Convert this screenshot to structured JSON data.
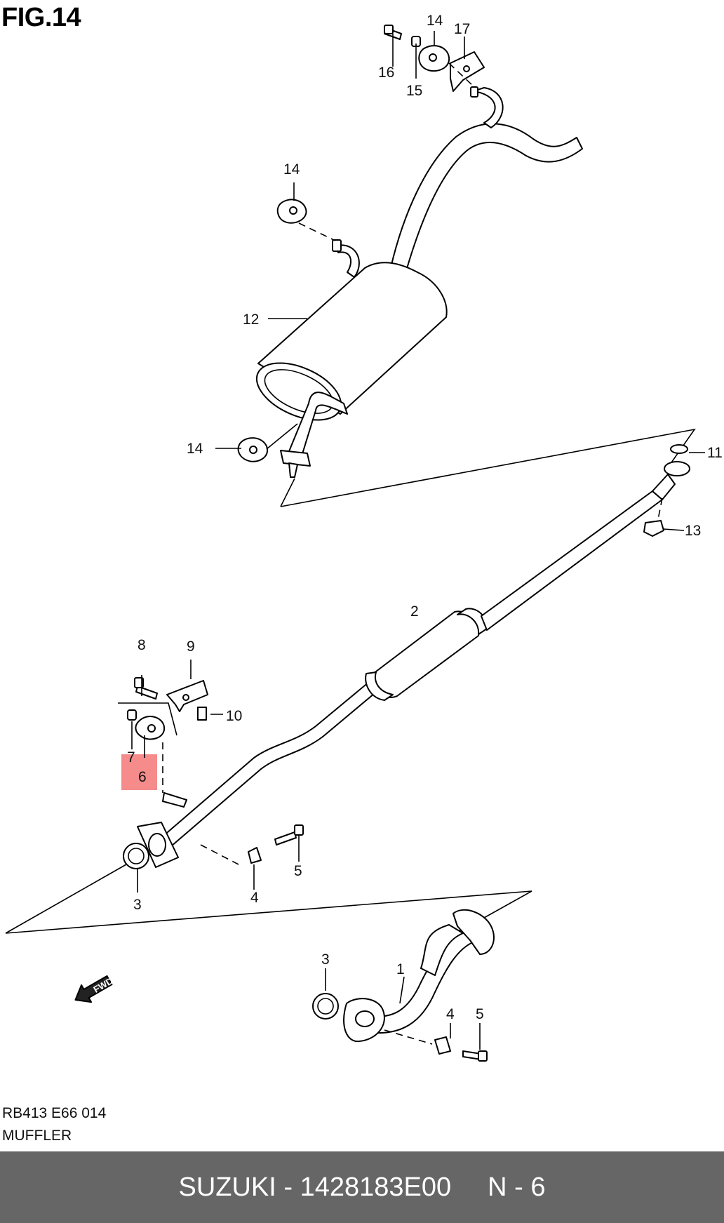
{
  "figure": {
    "title": "FIG.14"
  },
  "labels": {
    "p1": "1",
    "p2": "2",
    "p3": "3",
    "p3b": "3",
    "p4": "4",
    "p4b": "4",
    "p5": "5",
    "p5b": "5",
    "p6": "6",
    "p7": "7",
    "p8": "8",
    "p9": "9",
    "p10": "10",
    "p11": "11",
    "p12": "12",
    "p13": "13",
    "p14a": "14",
    "p14b": "14",
    "p14c": "14",
    "p15": "15",
    "p16": "16",
    "p17": "17",
    "fwd": "FWD"
  },
  "highlight": {
    "color": "#f58b8b"
  },
  "code": "RB413 E66 014",
  "caption": "MUFFLER",
  "footer": {
    "brand_part": "SUZUKI - 1428183E00",
    "page": "N - 6",
    "bg": "#666666"
  }
}
